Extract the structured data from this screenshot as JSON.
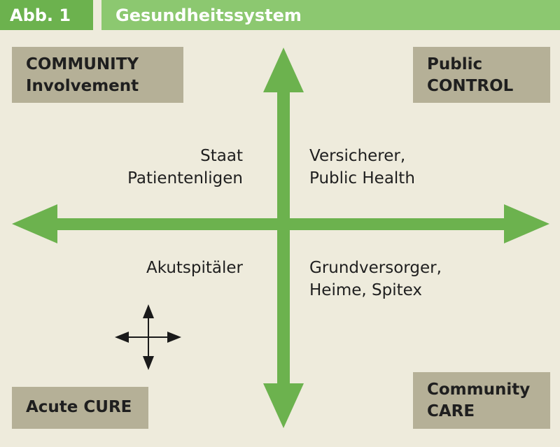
{
  "header": {
    "label": "Abb. 1",
    "title": "Gesundheitssystem"
  },
  "corners": {
    "top_left": [
      "COMMUNITY",
      "Involvement"
    ],
    "top_right": [
      "Public",
      "CONTROL"
    ],
    "bottom_left": [
      "Acute CURE"
    ],
    "bottom_right": [
      "Community",
      "CARE"
    ]
  },
  "quadrants": {
    "top_left": [
      "Staat",
      "Patientenligen"
    ],
    "top_right": [
      "Versicherer,",
      "Public Health"
    ],
    "bottom_left": [
      "Akutspitäler"
    ],
    "bottom_right": [
      "Grundversorger,",
      "Heime, Spitex"
    ]
  },
  "icons": {
    "main_axes": "four-way-arrow-cross",
    "legend": "four-way-arrow-icon"
  },
  "colors": {
    "background": "#eeebdc",
    "header_dark": "#6cb24e",
    "header_light": "#8cc870",
    "arrow": "#6cb24e",
    "box": "#b5b097",
    "small_arrow": "#1a1a1a"
  }
}
